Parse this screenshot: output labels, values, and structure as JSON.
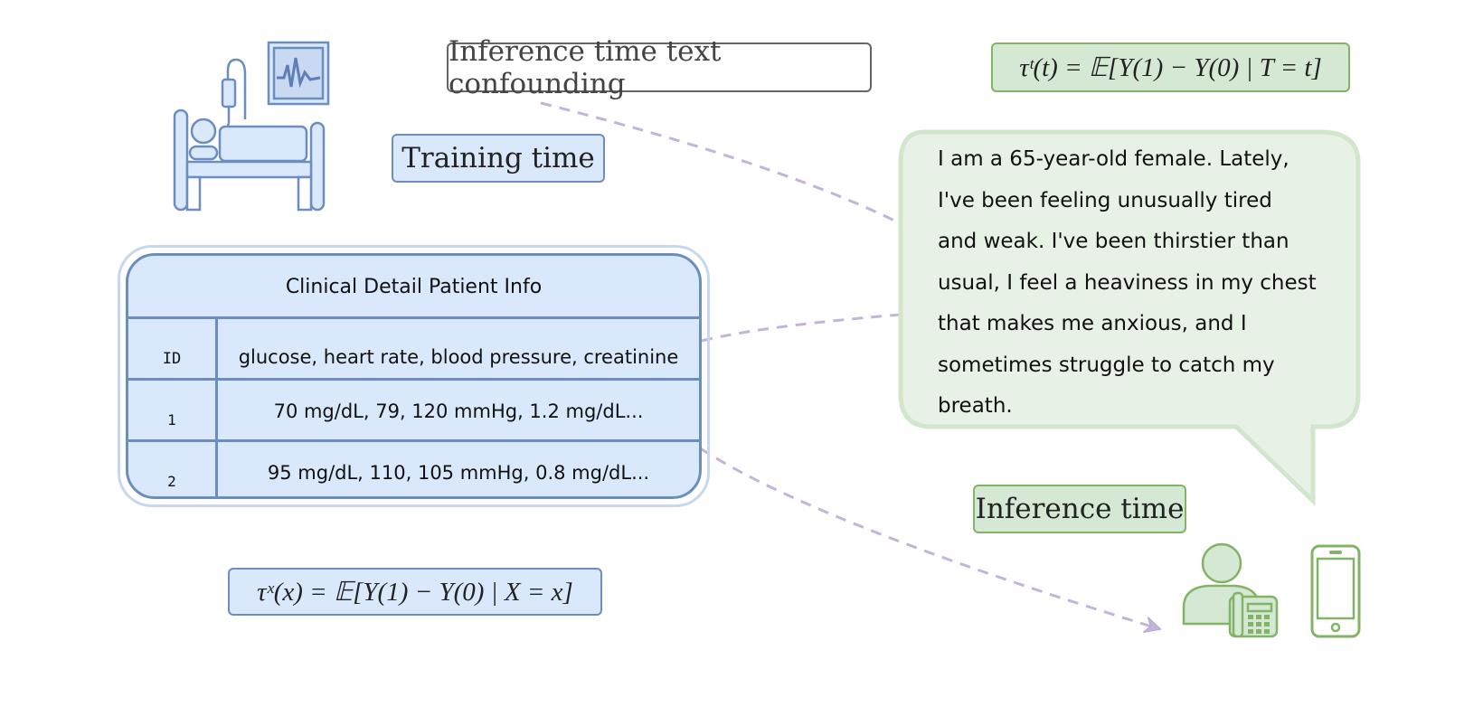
{
  "labels": {
    "inference_confounding": "Inference time text confounding",
    "training_time": "Training time",
    "inference_time": "Inference time"
  },
  "formulas": {
    "tau_t": "τᵗ(t) = 𝔼[Y(1) − Y(0) | T = t]",
    "tau_x": "τˣ(x) = 𝔼[Y(1) − Y(0) | X = x]"
  },
  "table": {
    "title": "Clinical Detail Patient Info",
    "header": {
      "id": "ID",
      "value": "glucose, heart rate, blood pressure, creatinine"
    },
    "rows": [
      {
        "id": "1",
        "value": "70 mg/dL, 79, 120 mmHg, 1.2 mg/dL..."
      },
      {
        "id": "2",
        "value": "95 mg/dL, 110, 105 mmHg,  0.8 mg/dL..."
      }
    ]
  },
  "speech": {
    "lines": [
      "I am a 65-year-old female. Lately,",
      "I've been feeling unusually tired",
      "and weak. I've been thirstier than",
      "usual, I feel a heaviness in my chest",
      "that makes me anxious, and I",
      "sometimes struggle to catch my",
      "breath."
    ]
  },
  "icons": {
    "hospital": "hospital-bed-icon",
    "person": "person-with-phone-icon",
    "mobile": "mobile-phone-icon"
  },
  "colors": {
    "blue_fill": "#dae8fc",
    "blue_stroke": "#6c8ebf",
    "green_fill": "#d5e8d4",
    "green_stroke": "#82b366",
    "arrow": "#c3b4d8"
  }
}
